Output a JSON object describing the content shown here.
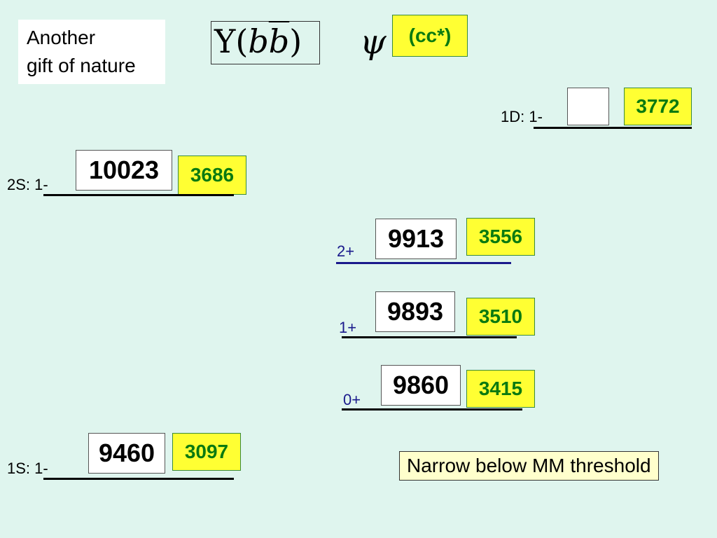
{
  "note": {
    "line1": "Another",
    "line2": "gift of nature"
  },
  "header": {
    "upsilon_symbol": "Υ",
    "upsilon_content": "bb",
    "psi_symbol": "ψ",
    "cc_label": "(cc*)"
  },
  "levels": {
    "d1": {
      "label": "1D: 1-",
      "bottomonium": "",
      "charmonium": "3772"
    },
    "s2": {
      "label": "2S: 1-",
      "bottomonium": "10023",
      "charmonium": "3686"
    },
    "p2": {
      "label": "2+",
      "bottomonium": "9913",
      "charmonium": "3556"
    },
    "p1": {
      "label": "1+",
      "bottomonium": "9893",
      "charmonium": "3510"
    },
    "p0": {
      "label": "0+",
      "bottomonium": "9860",
      "charmonium": "3415"
    },
    "s1": {
      "label": "1S: 1-",
      "bottomonium": "9460",
      "charmonium": "3097"
    }
  },
  "threshold_note": "Narrow below MM threshold",
  "colors": {
    "background": "#dff5ee",
    "yellow_fill": "#ffff33",
    "green_text": "#0a7a10",
    "blue_label": "#1a1a8c",
    "note_fill": "#ffffcc"
  }
}
